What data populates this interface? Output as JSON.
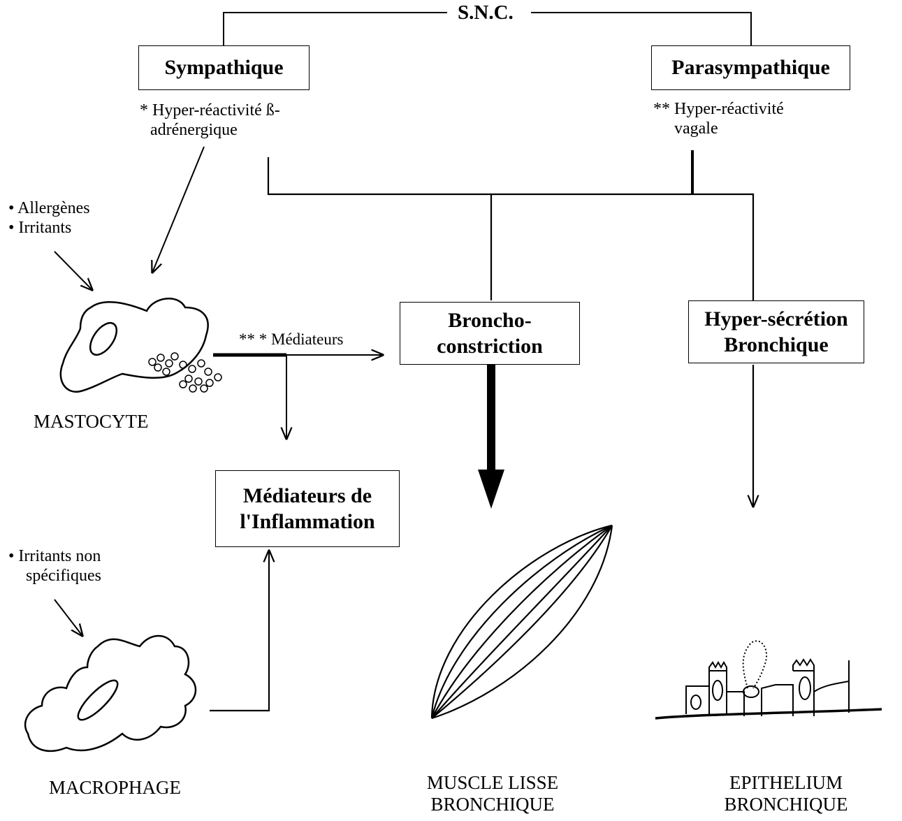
{
  "snc": "S.N.C.",
  "sympathique": {
    "label": "Sympathique",
    "note_line1": "* Hyper-réactivité ß-",
    "note_line2": "adrénergique"
  },
  "parasympathique": {
    "label": "Parasympathique",
    "note_line1": "** Hyper-réactivité",
    "note_line2": "vagale"
  },
  "bronchoconstriction": {
    "line1": "Broncho-",
    "line2": "constriction"
  },
  "hypersecretion": {
    "line1": "Hyper-sécrétion",
    "line2": "Bronchique"
  },
  "mediateurs_inflammation": {
    "line1": "Médiateurs de",
    "line2": "l'Inflammation"
  },
  "mastocyte_inputs": {
    "item1": "• Allergènes",
    "item2": "• Irritants"
  },
  "mediateurs_label": "** * Médiateurs",
  "mastocyte_label": "MASTOCYTE",
  "macrophage_input": {
    "line1": "• Irritants non",
    "line2": "spécifiques"
  },
  "macrophage_label": "MACROPHAGE",
  "muscle_label": {
    "line1": "MUSCLE LISSE",
    "line2": "BRONCHIQUE"
  },
  "epithelium_label": {
    "line1": "EPITHELIUM",
    "line2": "BRONCHIQUE"
  }
}
